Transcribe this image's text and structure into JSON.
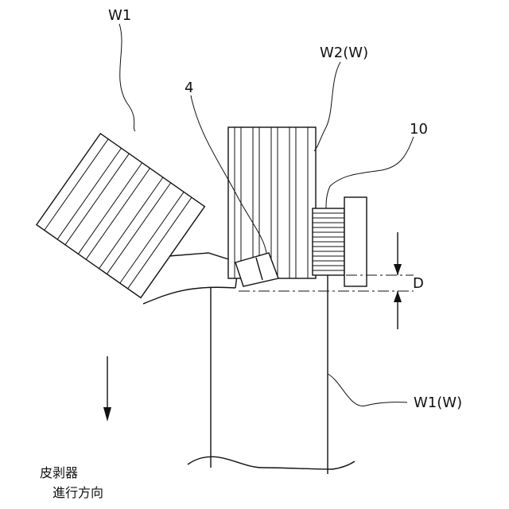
{
  "labels": {
    "w1_top": "W1",
    "w2": "W2(W)",
    "ref4": "4",
    "ref10": "10",
    "dim_d": "D",
    "w1_w": "W1(W)",
    "direction_line1": "皮剥器",
    "direction_line2": "進行方向"
  }
}
